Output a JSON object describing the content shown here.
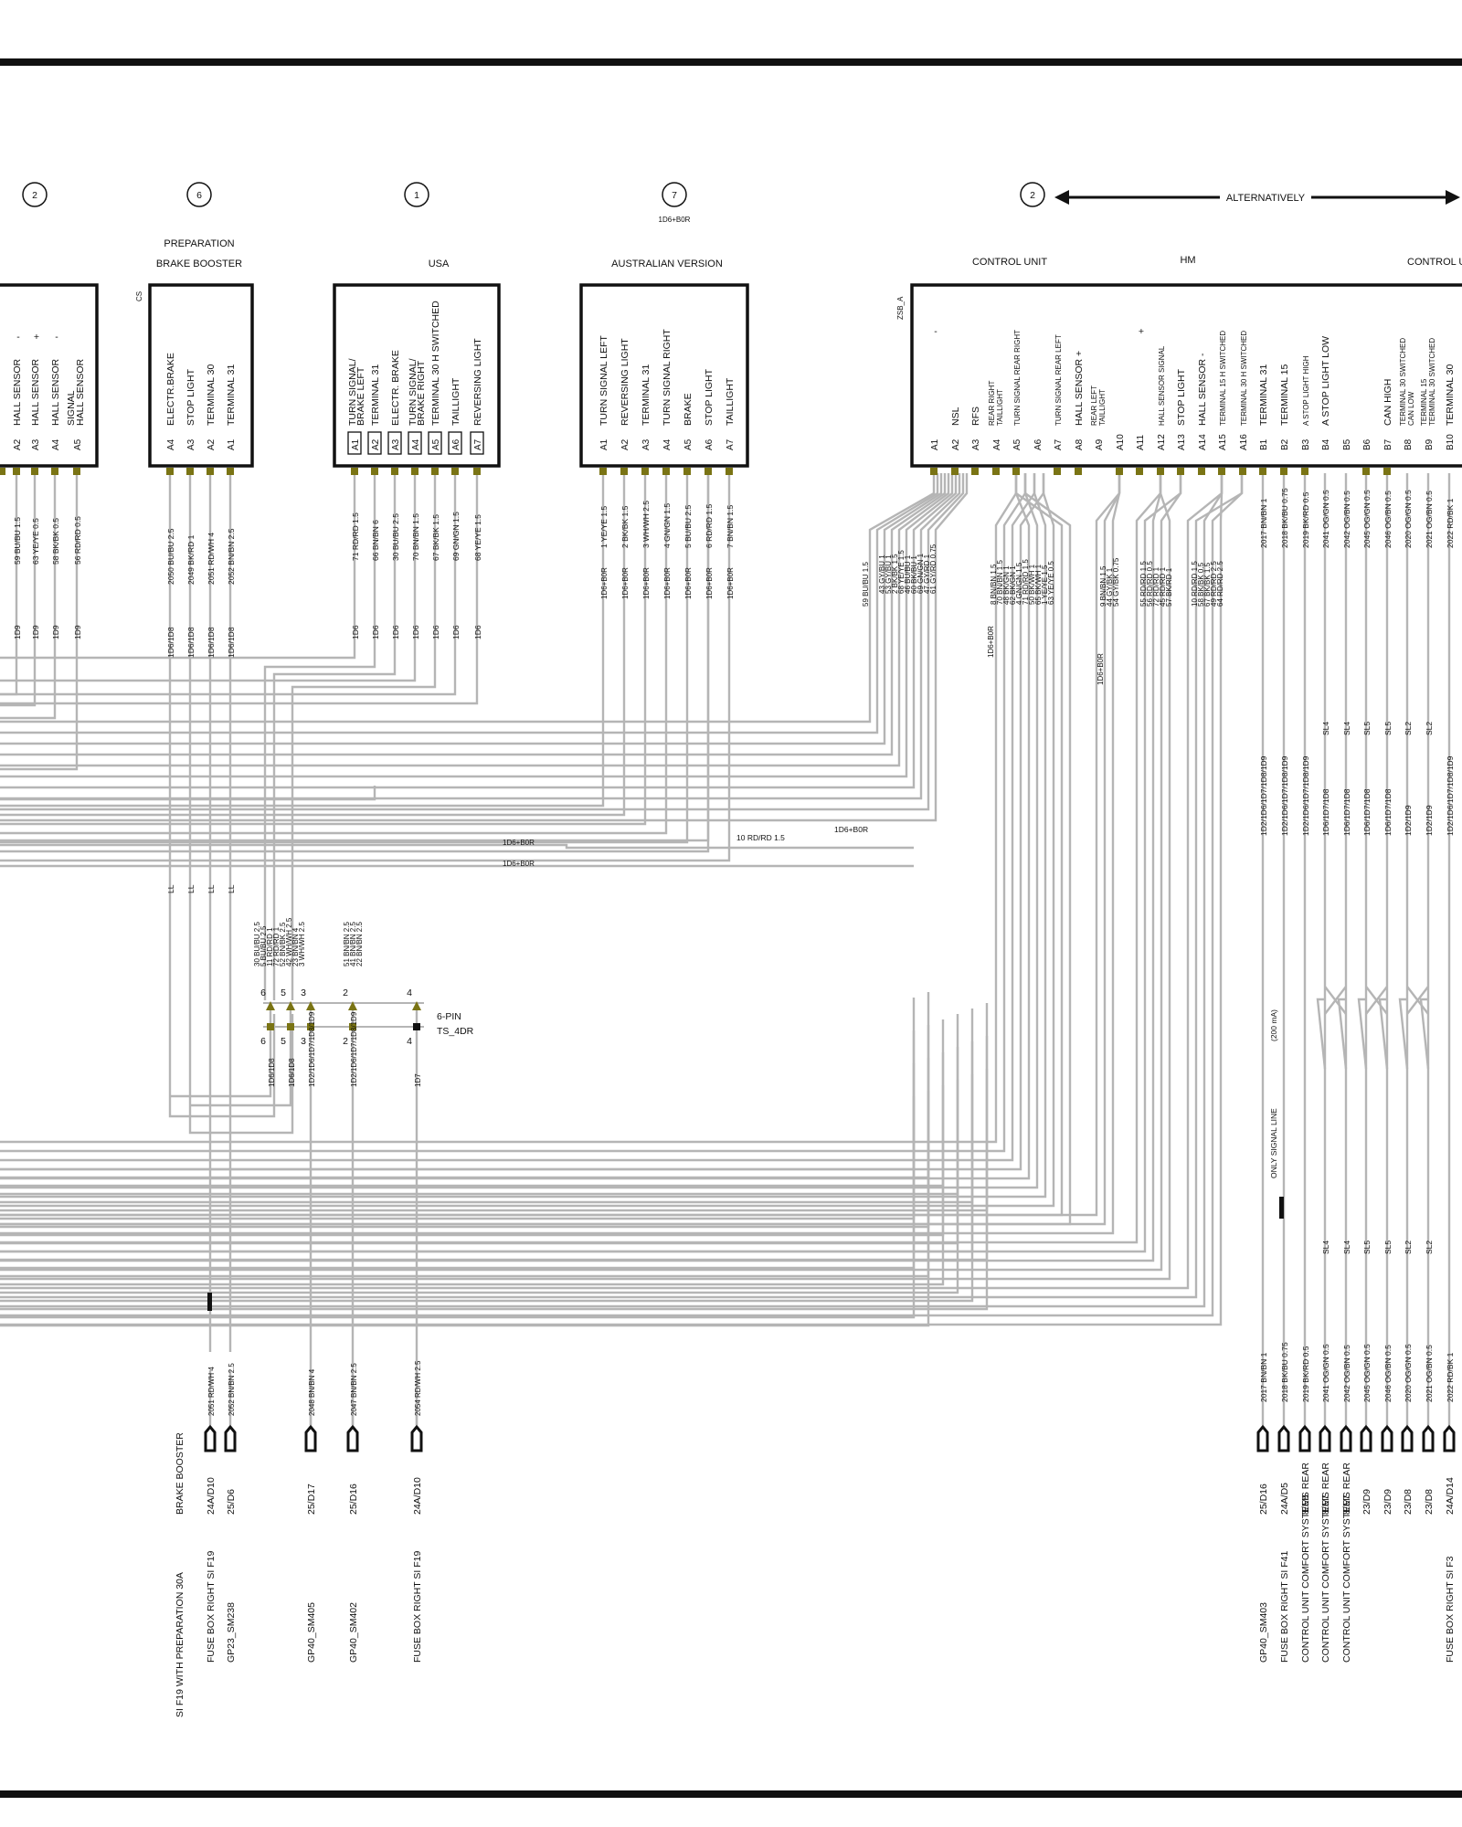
{
  "header_circles": [
    {
      "id": "c-left",
      "num": "2"
    },
    {
      "id": "c-brake",
      "num": "6"
    },
    {
      "id": "c-usa",
      "num": "1"
    },
    {
      "id": "c-aus",
      "num": "7"
    },
    {
      "id": "c-cu",
      "num": "2"
    }
  ],
  "aus_circle_sub": "1D6+B0R",
  "alternatively": "ALTERNATIVELY",
  "titles": {
    "preparation": "PREPARATION",
    "brake_booster": "BRAKE BOOSTER",
    "usa": "USA",
    "australian": "AUSTRALIAN VERSION",
    "control_unit": "CONTROL UNIT",
    "hm": "HM",
    "control_unit_2": "CONTROL U"
  },
  "side_labels": {
    "cs": "CS",
    "zsb": "ZSB_A"
  },
  "boxes": {
    "left": {
      "pins": [
        "A2",
        "A3",
        "A4",
        "A5"
      ],
      "labels": [
        "HALL SENSOR",
        "HALL SENSOR",
        "HALL SENSOR",
        "HALL SENSOR"
      ],
      "labels2": [
        "",
        "",
        "",
        "SIGNAL"
      ],
      "signs": [
        "-",
        "+",
        "-",
        ""
      ],
      "wires": [
        "59 BU/BU 1.5",
        "63 YE/YE 0.5",
        "58 BK/BK 0.5",
        "56 RD/RD 0.5"
      ],
      "codes": [
        "1D9",
        "1D9",
        "1D9",
        "1D9"
      ]
    },
    "brake": {
      "pins": [
        "A4",
        "A3",
        "A2",
        "A1"
      ],
      "labels": [
        "ELECTR.BRAKE",
        "STOP LIGHT",
        "TERMINAL 30",
        "TERMINAL 31"
      ],
      "wires": [
        "2050 BU/BU 2.5",
        "2049 BK/RD 1",
        "2051 RD/WH 4",
        "2052 BN/BN 2.5"
      ],
      "codes": [
        "1D6/1D8",
        "1D6/1D8",
        "1D6/1D8",
        "1D6/1D8"
      ],
      "ll": [
        "LL",
        "LL",
        "LL",
        "LL"
      ]
    },
    "usa": {
      "pins": [
        "A1",
        "A2",
        "A3",
        "A4",
        "A5",
        "A6",
        "A7"
      ],
      "labels": [
        "TURN SIGNAL/",
        "TERMINAL 31",
        "ELECTR. BRAKE",
        "TURN SIGNAL/",
        "TERMINAL 30 H SWITCHED",
        "TAILLIGHT",
        "REVERSING LIGHT"
      ],
      "labels2": [
        "BRAKE LEFT",
        "",
        "",
        "BRAKE RIGHT",
        "",
        "",
        ""
      ],
      "wires": [
        "71 RD/RD 1.5",
        "66 BN/BN 6",
        "30 BU/BU 2.5",
        "70 BN/BN 1.5",
        "67 BK/BK 1.5",
        "69 GN/GN 1.5",
        "68 YE/YE 1.5"
      ],
      "codes": [
        "1D6",
        "1D6",
        "1D6",
        "1D6",
        "1D6",
        "1D6",
        "1D6"
      ]
    },
    "aus": {
      "pins": [
        "A1",
        "A2",
        "A3",
        "A4",
        "A5",
        "A6",
        "A7"
      ],
      "labels": [
        "TURN SIGNAL LEFT",
        "REVERSING LIGHT",
        "TERMINAL 31",
        "TURN SIGNAL RIGHT",
        "BRAKE",
        "STOP LIGHT",
        "TAILLIGHT"
      ],
      "wires": [
        "1 YE/YE 1.5",
        "2 BK/BK 1.5",
        "3 WH/WH 2.5",
        "4 GN/GN 1.5",
        "5 BU/BU 2.5",
        "6 RD/RD 1.5",
        "7 BN/BN 1.5"
      ],
      "codes": [
        "1D6+B0R",
        "1D6+B0R",
        "1D6+B0R",
        "1D6+B0R",
        "1D6+B0R",
        "1D6+B0R",
        "1D6+B0R"
      ]
    },
    "cu": {
      "pins": [
        "A1",
        "A2",
        "A3",
        "A4",
        "A5",
        "A6",
        "A7",
        "A8",
        "A9",
        "A10",
        "A11",
        "A12",
        "A13",
        "A14",
        "A15",
        "A16",
        "B1",
        "B2",
        "B3",
        "B4",
        "B5",
        "B6",
        "B7",
        "B8",
        "B9",
        "B10"
      ],
      "labels": [
        "-",
        "NSL",
        "RFS",
        "TAILLIGHT",
        "TURN SIGNAL REAR RIGHT",
        "",
        "TURN SIGNAL REAR LEFT",
        "HALL SENSOR +",
        "TAILLIGHT",
        "",
        "+",
        "HALL SENSOR SIGNAL",
        "STOP LIGHT",
        "HALL SENSOR -",
        "TERMINAL 15 H SWITCHED",
        "TERMINAL 30 H SWITCHED",
        "TERMINAL 31",
        "TERMINAL 15",
        "A STOP LIGHT HIGH",
        "A STOP LIGHT LOW",
        "",
        "",
        "CAN HIGH",
        "CAN LOW",
        "TERMINAL 30 SWITCHED",
        "TERMINAL 30"
      ],
      "labels2": [
        "",
        "",
        "",
        "REAR RIGHT",
        "",
        "",
        "",
        "",
        "REAR LEFT",
        "",
        "",
        "",
        "",
        "",
        "",
        "",
        "",
        "",
        "",
        "",
        "",
        "",
        "",
        "TERMINAL 30 SWITCHED",
        "TERMINAL 15",
        ""
      ]
    }
  },
  "cu_wires": {
    "group1": [
      "59 BU/BU 1.5",
      "43 GY/BU 1",
      "53 GY/BU 1",
      "2 BK/BK 1.5",
      "68 YE/YE 1.5",
      "46 BU/BU 1",
      "60 BK/BU 1",
      "69 GN/GN 1",
      "47 GY/RD 1",
      "61 GY/RD 0.75"
    ],
    "group2": [
      "8 BN/BN 1.5",
      "70 BN/BN 1.5",
      "48 BK/GN 1",
      "62 BK/GN 1",
      "4 GN/GN 1.5",
      "71 RD/RD 1.5",
      "50 BK/WH 1",
      "65 BK/WH 1",
      "1 YE/YE 1.5",
      "63 YE/YE 0.5"
    ],
    "group3": [
      "9 BN/BN 1.5",
      "44 GY/BK 1",
      "54 GY/BK 0.75"
    ],
    "group4": [
      "55 RD/RD 1.5",
      "56 RD/RD 0.5",
      "72 RD/RD 1",
      "45 RD/RD 1",
      "57 BK/RD 1"
    ],
    "group5": [
      "10 RD/RD 1.5",
      "58 BK/BK 0.5",
      "67 BK/BK 1.5",
      "49 RD/RD 2.5",
      "64 RD/RD 2.5"
    ],
    "g2_code": "1D6+B0R",
    "g3_code": "1D6+B0R",
    "b_wires": [
      "2017 BN/BN 1",
      "2018 BK/BU 0.75",
      "2019 BK/RD 0.5",
      "2041 OG/GN 0.5",
      "2042 OG/BN 0.5",
      "2045 OG/GN 0.5",
      "2046 OG/BN 0.5",
      "2020 OG/GN 0.5",
      "2021 OG/BN 0.5",
      "2022 RD/BK 1"
    ],
    "b_codes": [
      "1D2/1D6/1D7/1D8/1D9",
      "1D2/1D6/1D7/1D8/1D9",
      "1D2/1D6/1D7/1D8/1D9",
      "1D6/1D7/1D8",
      "1D6/1D7/1D8",
      "1D6/1D7/1D8",
      "1D6/1D7/1D8",
      "1D2/1D9",
      "1D2/1D9",
      "1D2/1D6/1D7/1D8/1D9"
    ],
    "sl_upper": [
      "SL4",
      "SL4",
      "SL5",
      "SL5",
      "SL2",
      "SL2"
    ],
    "sl_lower": [
      "SL4",
      "SL4",
      "SL5",
      "SL5",
      "SL2",
      "SL2"
    ]
  },
  "mid_labels": {
    "bus1": "1D6+B0R",
    "bus2": "1D6+B0R",
    "wire10": "10 RD/RD 1.5",
    "wire10_code": "1D6+B0R",
    "only_signal": "ONLY SIGNAL LINE",
    "ma": "(200 mA)"
  },
  "connector": {
    "name": "6-PIN",
    "code": "TS_4DR",
    "top_nums": [
      "6",
      "5",
      "3",
      "2",
      "4"
    ],
    "bot_nums": [
      "6",
      "5",
      "3",
      "2",
      "4"
    ],
    "wires_group_left": [
      "30 BU/BU 2.5",
      "5 BU/BU 2.5",
      "11 RD/RD 1",
      "72 RD/RD 1",
      "52 BN/BK 2.5",
      "42 WH/WH 2.5",
      "23 BN/BN 4",
      "3 WH/WH 2.5"
    ],
    "wires_group_right": [
      "51 BN/BN 2.5",
      "41 BN/BN 2.5",
      "22 BN/BN 2.5"
    ],
    "bot_codes": [
      "1D6/1D8",
      "1D6/1D8",
      "1D2/1D6/1D7/1D8/1D9",
      "1D2/1D6/1D7/1D8/1D9",
      "1D7"
    ]
  },
  "bottom_terminals_left": [
    {
      "wire": "2051 RD/WH 4",
      "code": "24A/D10",
      "dest": "FUSE BOX RIGHT SI F19"
    },
    {
      "wire": "2052 BN/BN 2.5",
      "code": "25/D6",
      "dest": "GP23_SM238"
    },
    {
      "wire": "2048 BN/BN 4",
      "code": "25/D17",
      "dest": "GP40_SM405"
    },
    {
      "wire": "2047 BN/BN 2.5",
      "code": "25/D16",
      "dest": "GP40_SM402"
    },
    {
      "wire": "2054 RD/WH 2.5",
      "code": "24A/D10",
      "dest": "FUSE BOX RIGHT SI F19"
    }
  ],
  "bottom_extra": {
    "bb": "BRAKE BOOSTER",
    "sif": "SI F19 WITH PREPARATION 30A"
  },
  "bottom_terminals_right": [
    {
      "code": "25/D16",
      "dest": "GP40_SM403"
    },
    {
      "code": "24A/D5",
      "dest": "FUSE BOX RIGHT SI F41"
    },
    {
      "code": "8/E8",
      "dest": "CONTROL UNIT COMFORT SYSTEMS REAR"
    },
    {
      "code": "8/E7",
      "dest": "CONTROL UNIT COMFORT SYSTEMS REAR"
    },
    {
      "code": "8/E7",
      "dest": "CONTROL UNIT COMFORT SYSTEMS REAR"
    },
    {
      "code": "23/D9",
      "dest": ""
    },
    {
      "code": "23/D9",
      "dest": ""
    },
    {
      "code": "23/D8",
      "dest": ""
    },
    {
      "code": "23/D8",
      "dest": ""
    },
    {
      "code": "24A/D14",
      "dest": "FUSE BOX RIGHT SI F3"
    }
  ]
}
